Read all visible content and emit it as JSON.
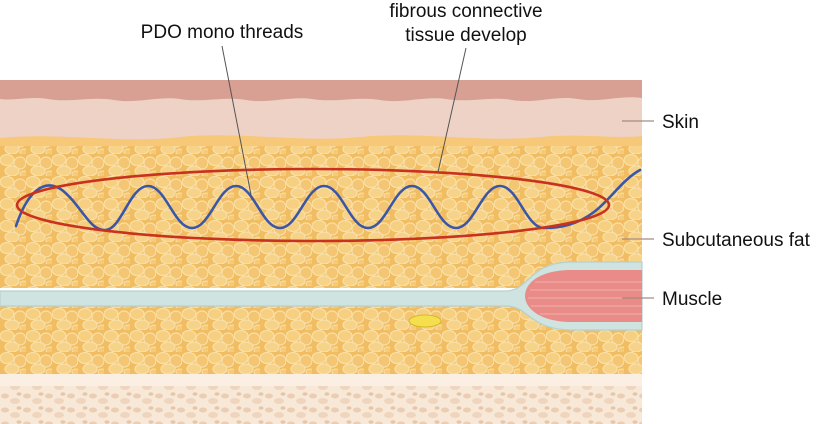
{
  "labels": {
    "pdo_threads": "PDO mono threads",
    "fibrous_line1": "fibrous connective",
    "fibrous_line2": "tissue develop",
    "skin": "Skin",
    "subcutaneous_fat": "Subcutaneous fat",
    "muscle": "Muscle"
  },
  "colors": {
    "skin_top": "#d9a69a",
    "skin": "#efd2c6",
    "fat": "#f2c36f",
    "fat_cell_edge": "#f8dc9a",
    "fascia": "#cfe3e2",
    "muscle": "#e98c86",
    "deep_tissue": "#f7e4d3",
    "thread": "#3a56a6",
    "ellipse": "#c8321f",
    "leader_line": "#555555"
  }
}
